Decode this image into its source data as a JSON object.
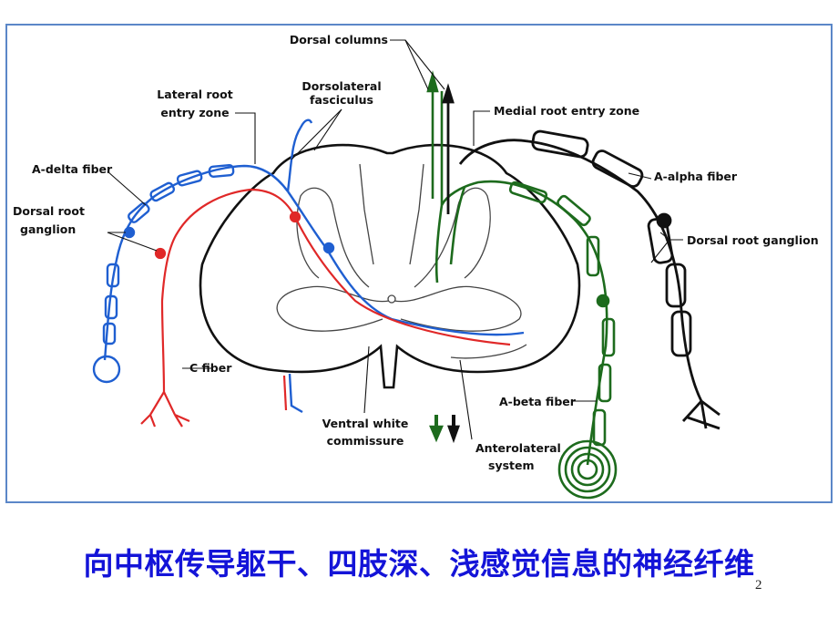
{
  "diagram": {
    "labels": {
      "dorsal_columns": "Dorsal columns",
      "dorsolateral_1": "Dorsolateral",
      "dorsolateral_2": "fasciculus",
      "lateral_root_1": "Lateral root",
      "lateral_root_2": "entry zone",
      "medial_root": "Medial root entry zone",
      "a_delta": "A-delta fiber",
      "a_alpha": "A-alpha fiber",
      "drg_left_1": "Dorsal root",
      "drg_left_2": "ganglion",
      "drg_right": "Dorsal root ganglion",
      "c_fiber": "C fiber",
      "a_beta": "A-beta fiber",
      "ventral_1": "Ventral white",
      "ventral_2": "commissure",
      "anterolateral_1": "Anterolateral",
      "anterolateral_2": "system"
    },
    "colors": {
      "blue": "#1f5fd1",
      "red": "#e02828",
      "green": "#1d6b1d",
      "black": "#111111",
      "border": "#5b87c8"
    }
  },
  "caption": "向中枢传导躯干、四肢深、浅感觉信息的神经纤维",
  "page_number": "2"
}
